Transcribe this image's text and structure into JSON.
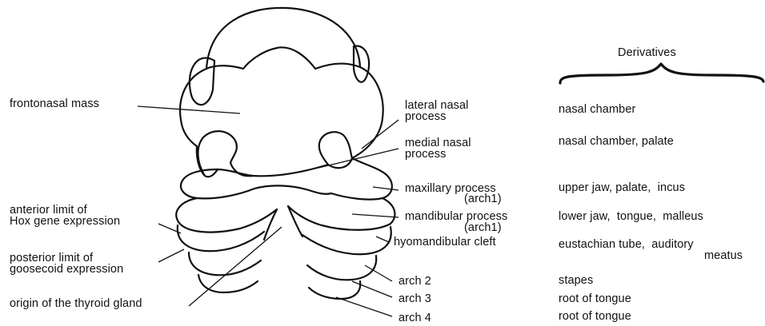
{
  "left_labels": {
    "frontonasal_mass": "frontonasal mass",
    "anterior_limit": "anterior limit of",
    "hox_expression": "Hox gene expression",
    "posterior_limit": "posterior limit of",
    "goosecoid_expression": "goosecoid expression",
    "thyroid_origin": "origin of the thyroid gland"
  },
  "right_labels": {
    "lateral_nasal_1": "lateral nasal",
    "lateral_nasal_2": "process",
    "medial_nasal_1": "medial nasal",
    "medial_nasal_2": "process",
    "maxillary_1": "maxillary process",
    "maxillary_2": "(arch1)",
    "mandibular_1": "mandibular process",
    "mandibular_2": "(arch1)",
    "hyomandibular": "hyomandibular cleft",
    "arch2": "arch 2",
    "arch3": "arch 3",
    "arch4": "arch 4"
  },
  "derivatives": {
    "heading": "Derivatives",
    "items": [
      "nasal chamber",
      "nasal chamber, palate",
      "upper jaw, palate,  incus",
      "lower jaw,  tongue,  malleus",
      "eustachian tube,  auditory",
      "meatus",
      "stapes",
      "root of tongue",
      "root of tongue"
    ]
  }
}
